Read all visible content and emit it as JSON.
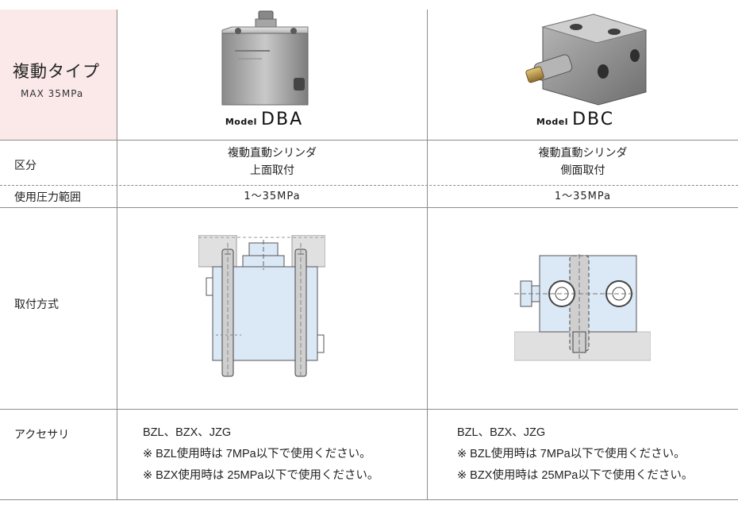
{
  "header": {
    "title": "複動タイプ",
    "subtitle": "MAX 35MPa"
  },
  "models": [
    {
      "prefix": "Model",
      "name": "DBA"
    },
    {
      "prefix": "Model",
      "name": "DBC"
    }
  ],
  "rows": {
    "category": {
      "label": "区分",
      "values": [
        {
          "line1": "複動直動シリンダ",
          "line2": "上面取付"
        },
        {
          "line1": "複動直動シリンダ",
          "line2": "側面取付"
        }
      ]
    },
    "pressure": {
      "label": "使用圧力範囲",
      "values": [
        "1～35MPa",
        "1～35MPa"
      ]
    },
    "mounting": {
      "label": "取付方式"
    },
    "accessory": {
      "label": "アクセサリ",
      "values": [
        {
          "line1": "BZL、BZX、JZG",
          "line2": "※ BZL使用時は 7MPa以下で使用ください。",
          "line3": "※ BZX使用時は 25MPa以下で使用ください。"
        },
        {
          "line1": "BZL、BZX、JZG",
          "line2": "※ BZL使用時は 7MPa以下で使用ください。",
          "line3": "※ BZX使用時は 25MPa以下で使用ください。"
        }
      ]
    }
  },
  "colors": {
    "header_bg": "#fbe9ea",
    "drawing_fill": "#dbe8f6",
    "ground_fill": "#e0e0e0"
  }
}
